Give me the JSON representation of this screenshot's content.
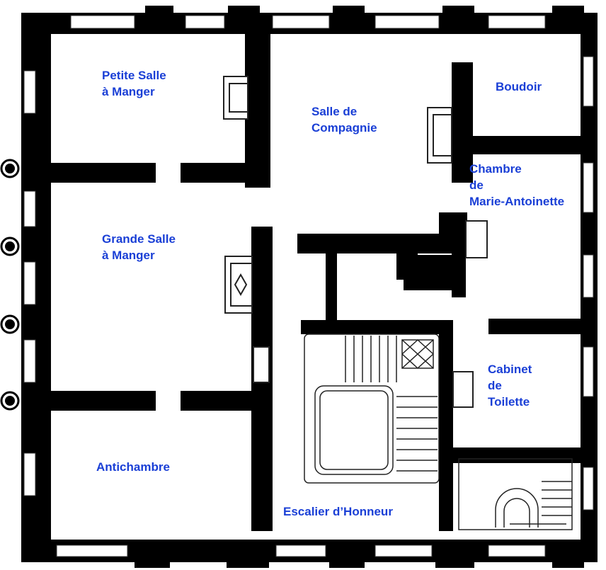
{
  "colors": {
    "wall": "#000000",
    "floor": "#ffffff",
    "label": "#1a3fd6",
    "detail": "#333333"
  },
  "rooms": [
    {
      "id": "petite-salle",
      "label": "Petite Salle\nà Manger"
    },
    {
      "id": "salle-compagnie",
      "label": "Salle de\nCompagnie"
    },
    {
      "id": "boudoir",
      "label": "Boudoir"
    },
    {
      "id": "chambre",
      "label": "Chambre\nde\nMarie-Antoinette"
    },
    {
      "id": "grande-salle",
      "label": "Grande Salle\nà Manger"
    },
    {
      "id": "cabinet",
      "label": "Cabinet\nde\nToilette"
    },
    {
      "id": "antichambre",
      "label": "Antichambre"
    },
    {
      "id": "escalier",
      "label": "Escalier d’Honneur"
    }
  ]
}
